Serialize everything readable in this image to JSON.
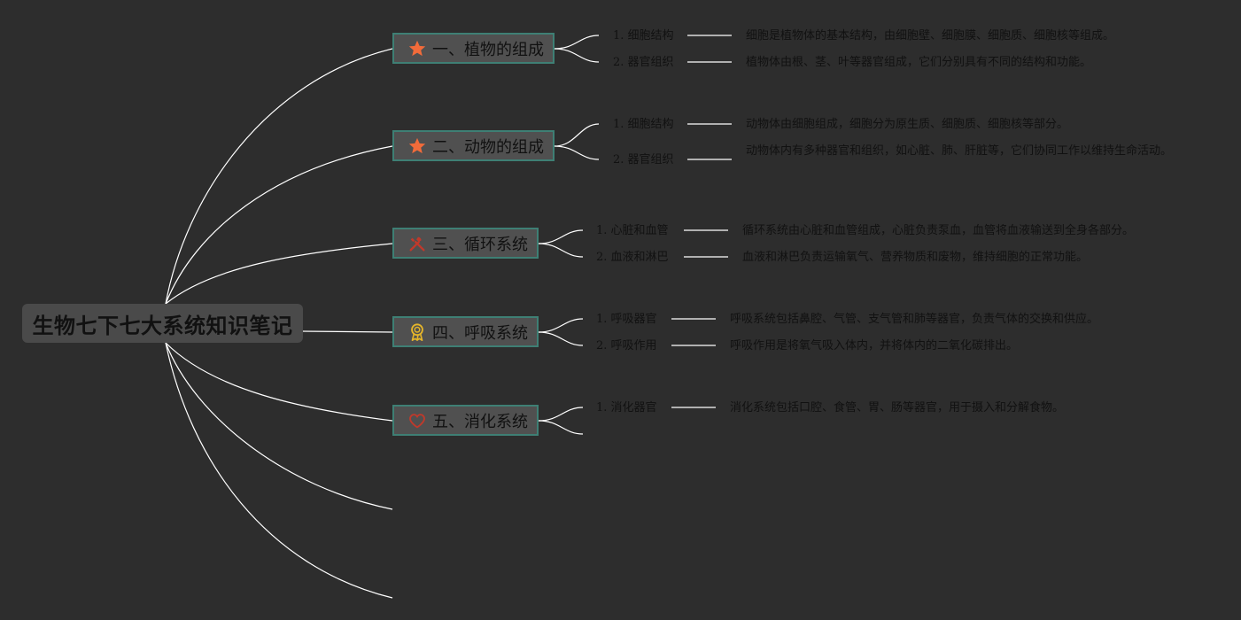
{
  "root": {
    "title": "生物七下七大系统知识笔记"
  },
  "branches": [
    {
      "title": "一、植物的组成",
      "icon": "star-icon",
      "icon_color": "#f26b3a",
      "leaves": [
        {
          "label": "1. 细胞结构",
          "desc": "细胞是植物体的基本结构，由细胞壁、细胞膜、细胞质、细胞核等组成。"
        },
        {
          "label": "2. 器官组织",
          "desc": "植物体由根、茎、叶等器官组成，它们分别具有不同的结构和功能。"
        }
      ]
    },
    {
      "title": "二、动物的组成",
      "icon": "star-icon",
      "icon_color": "#f26b3a",
      "leaves": [
        {
          "label": "1. 细胞结构",
          "desc": "动物体由细胞组成，细胞分为原生质、细胞质、细胞核等部分。"
        },
        {
          "label": "2. 器官组织",
          "desc": "动物体内有多种器官和组织，如心脏、肺、肝脏等，它们协同工作以维持生命活动。"
        }
      ]
    },
    {
      "title": "三、循环系统",
      "icon": "tools-icon",
      "icon_color": "#c0392b",
      "leaves": [
        {
          "label": "1. 心脏和血管",
          "desc": "循环系统由心脏和血管组成，心脏负责泵血，血管将血液输送到全身各部分。"
        },
        {
          "label": "2. 血液和淋巴",
          "desc": "血液和淋巴负责运输氧气、营养物质和废物，维持细胞的正常功能。"
        }
      ]
    },
    {
      "title": "四、呼吸系统",
      "icon": "award-icon",
      "icon_color": "#e5b52a",
      "leaves": [
        {
          "label": "1. 呼吸器官",
          "desc": "呼吸系统包括鼻腔、气管、支气管和肺等器官，负责气体的交换和供应。"
        },
        {
          "label": "2. 呼吸作用",
          "desc": "呼吸作用是将氧气吸入体内，并将体内的二氧化碳排出。"
        }
      ]
    },
    {
      "title": "五、消化系统",
      "icon": "heart-icon",
      "icon_color": "#c0392b",
      "leaves": [
        {
          "label": "1. 消化器官",
          "desc": "消化系统包括口腔、食管、胃、肠等器官，用于摄入和分解食物。"
        }
      ]
    }
  ],
  "colors": {
    "background": "#2d2d2d",
    "line": "#ffffff",
    "node_border": "#3e7f74"
  }
}
